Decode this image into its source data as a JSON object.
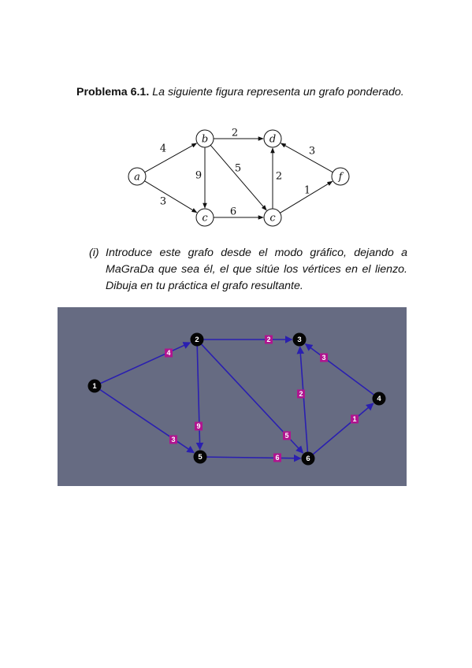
{
  "problem": {
    "title": "Problema 6.1.",
    "statement": "La siguiente figura representa un grafo ponderado."
  },
  "item_i": {
    "marker": "(i)",
    "text": "Introduce este grafo desde el modo gráfico, dejando a MaGraDa que sea él, el que sitúe los vértices en el lienzo. Dibuja en tu práctica el grafo resultante."
  },
  "figure1": {
    "nodes": [
      {
        "id": "a",
        "label": "a"
      },
      {
        "id": "b",
        "label": "b"
      },
      {
        "id": "c1",
        "label": "c"
      },
      {
        "id": "d",
        "label": "d"
      },
      {
        "id": "c2",
        "label": "c"
      },
      {
        "id": "f",
        "label": "f"
      }
    ],
    "edges": [
      {
        "from": "a",
        "to": "b",
        "weight": "4"
      },
      {
        "from": "a",
        "to": "c1",
        "weight": "3"
      },
      {
        "from": "b",
        "to": "d",
        "weight": "2"
      },
      {
        "from": "b",
        "to": "c1",
        "weight": "9"
      },
      {
        "from": "b",
        "to": "c2",
        "weight": "5"
      },
      {
        "from": "c1",
        "to": "c2",
        "weight": "6"
      },
      {
        "from": "c2",
        "to": "d",
        "weight": "2"
      },
      {
        "from": "c2",
        "to": "f",
        "weight": "1"
      },
      {
        "from": "f",
        "to": "d",
        "weight": "3"
      }
    ]
  },
  "figure2": {
    "canvas_color": "#666b82",
    "edge_color": "#2a1fb0",
    "node_color": "#050505",
    "weight_badge_color": "#b0148f",
    "nodes": [
      {
        "id": "1",
        "label": "1"
      },
      {
        "id": "2",
        "label": "2"
      },
      {
        "id": "3",
        "label": "3"
      },
      {
        "id": "4",
        "label": "4"
      },
      {
        "id": "5",
        "label": "5"
      },
      {
        "id": "6",
        "label": "6"
      }
    ],
    "edges": [
      {
        "from": "1",
        "to": "2",
        "weight": "4"
      },
      {
        "from": "1",
        "to": "5",
        "weight": "3"
      },
      {
        "from": "2",
        "to": "3",
        "weight": "2"
      },
      {
        "from": "2",
        "to": "5",
        "weight": "9"
      },
      {
        "from": "2",
        "to": "6",
        "weight": "5"
      },
      {
        "from": "5",
        "to": "6",
        "weight": "6"
      },
      {
        "from": "6",
        "to": "3",
        "weight": "2"
      },
      {
        "from": "6",
        "to": "4",
        "weight": "1"
      },
      {
        "from": "4",
        "to": "3",
        "weight": "3"
      }
    ]
  }
}
